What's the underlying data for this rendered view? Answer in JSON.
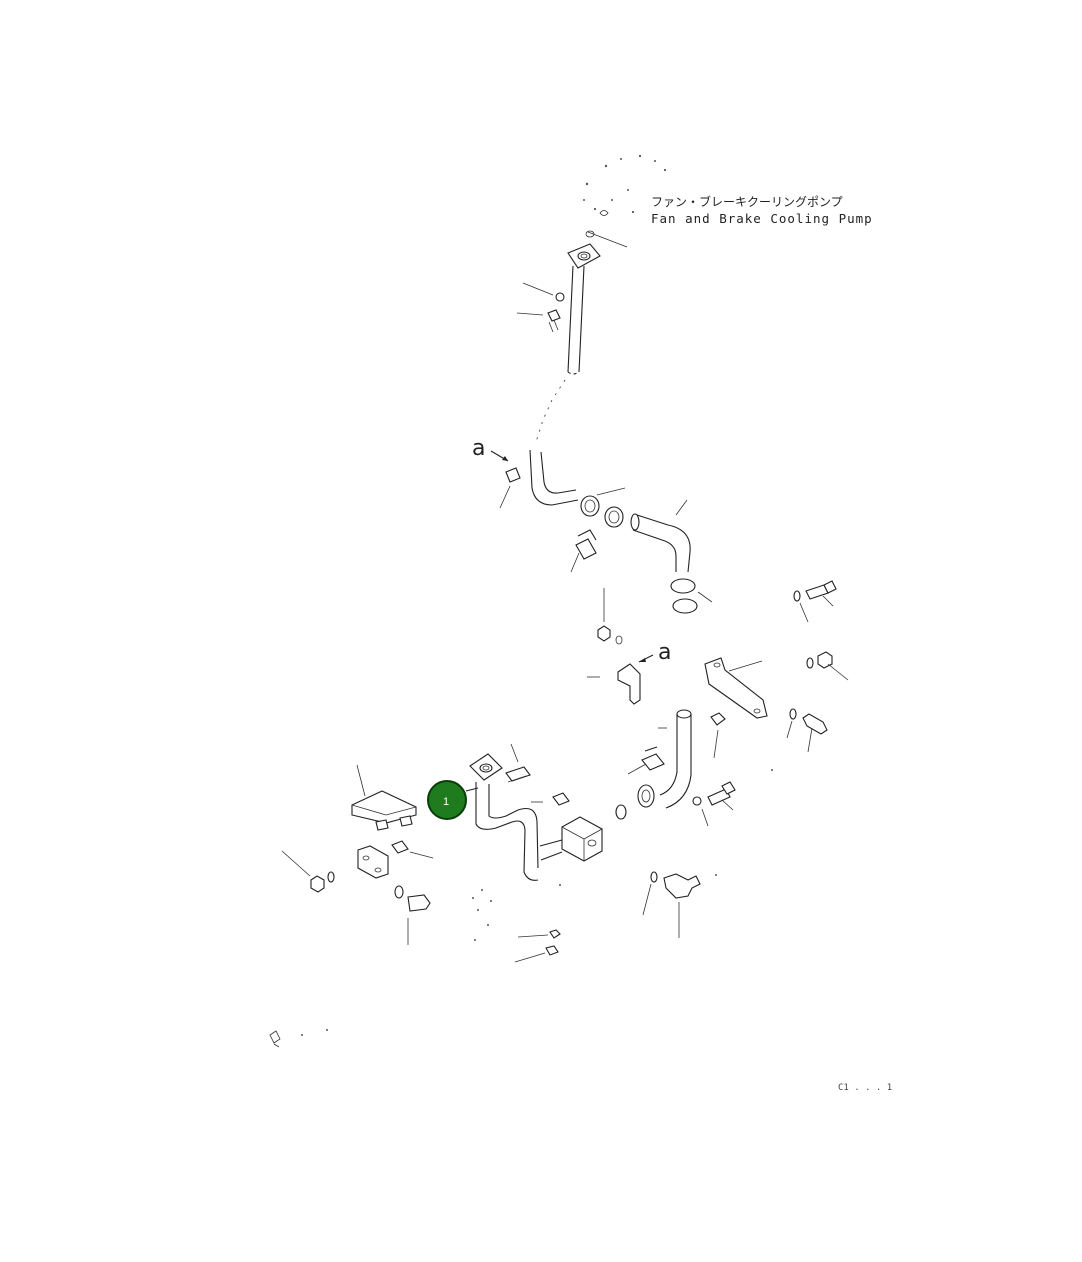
{
  "diagram": {
    "pump_label_jp": "ファン・ブレーキクーリングポンプ",
    "pump_label_en": "Fan and Brake Cooling Pump",
    "view_marker_top": "a",
    "view_marker_mid": "a",
    "drawing_ref": "C1 . . . 1"
  },
  "callouts": [
    {
      "number": "1",
      "color": "#1e7b1e",
      "border": "#0a3d0a"
    }
  ]
}
